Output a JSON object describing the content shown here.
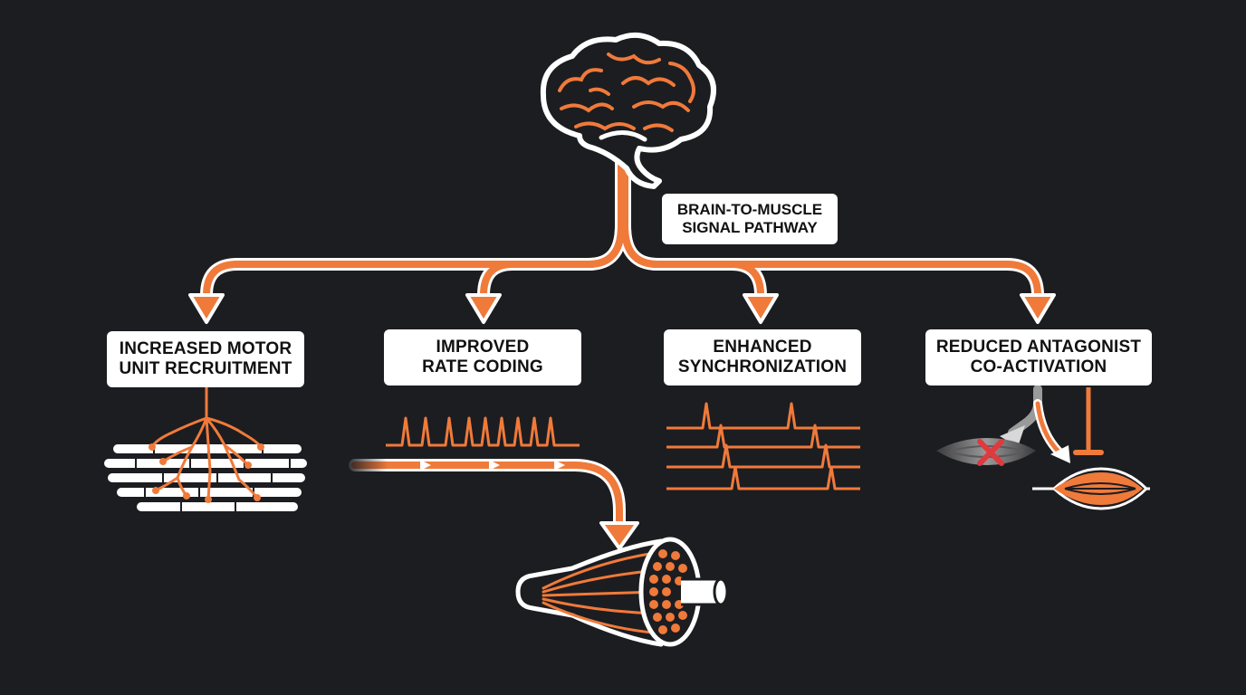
{
  "diagram": {
    "title_lines": [
      "BRAIN-TO-MUSCLE",
      "SIGNAL PATHWAY"
    ],
    "branches": [
      {
        "id": "recruitment",
        "lines": [
          "INCREASED MOTOR",
          "UNIT RECRUITMENT"
        ]
      },
      {
        "id": "rate-coding",
        "lines": [
          "IMPROVED",
          "RATE CODING"
        ]
      },
      {
        "id": "synchronization",
        "lines": [
          "ENHANCED",
          "SYNCHRONIZATION"
        ]
      },
      {
        "id": "antagonist",
        "lines": [
          "REDUCED ANTAGONIST",
          "CO-ACTIVATION"
        ]
      }
    ],
    "colors": {
      "background": "#1c1d21",
      "accent": "#f07a3a",
      "accent_dark": "#e2642a",
      "outline": "#ffffff",
      "inhibit_mark": "#e0393e",
      "muted": "#8a8a8a"
    },
    "icons": [
      "brain-icon",
      "muscle-fibers-icon",
      "muscle-cross-section-icon",
      "inhibited-muscle-icon",
      "active-muscle-icon"
    ]
  }
}
